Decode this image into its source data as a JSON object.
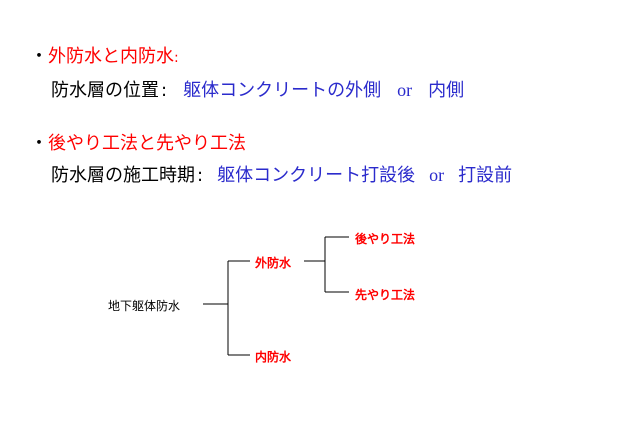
{
  "section1": {
    "bullet": "・",
    "title": "外防水と内防水",
    "colon": ":",
    "label": "防水層の位置",
    "label_colon": ":",
    "value1": "躯体コンクリートの外側",
    "or": "or",
    "value2": "内側"
  },
  "section2": {
    "bullet": "・",
    "title": "後やり工法と先やり工法",
    "label": "防水層の施工時期",
    "label_colon": ":",
    "value1": "躯体コンクリート打設後",
    "or": "or",
    "value2": "打設前"
  },
  "tree": {
    "root": "地下躯体防水",
    "outer": "外防水",
    "inner": "内防水",
    "after": "後やり工法",
    "before": "先やり工法"
  },
  "colors": {
    "red": "#ff0000",
    "blue": "#2b2bcc",
    "black": "#000000"
  }
}
